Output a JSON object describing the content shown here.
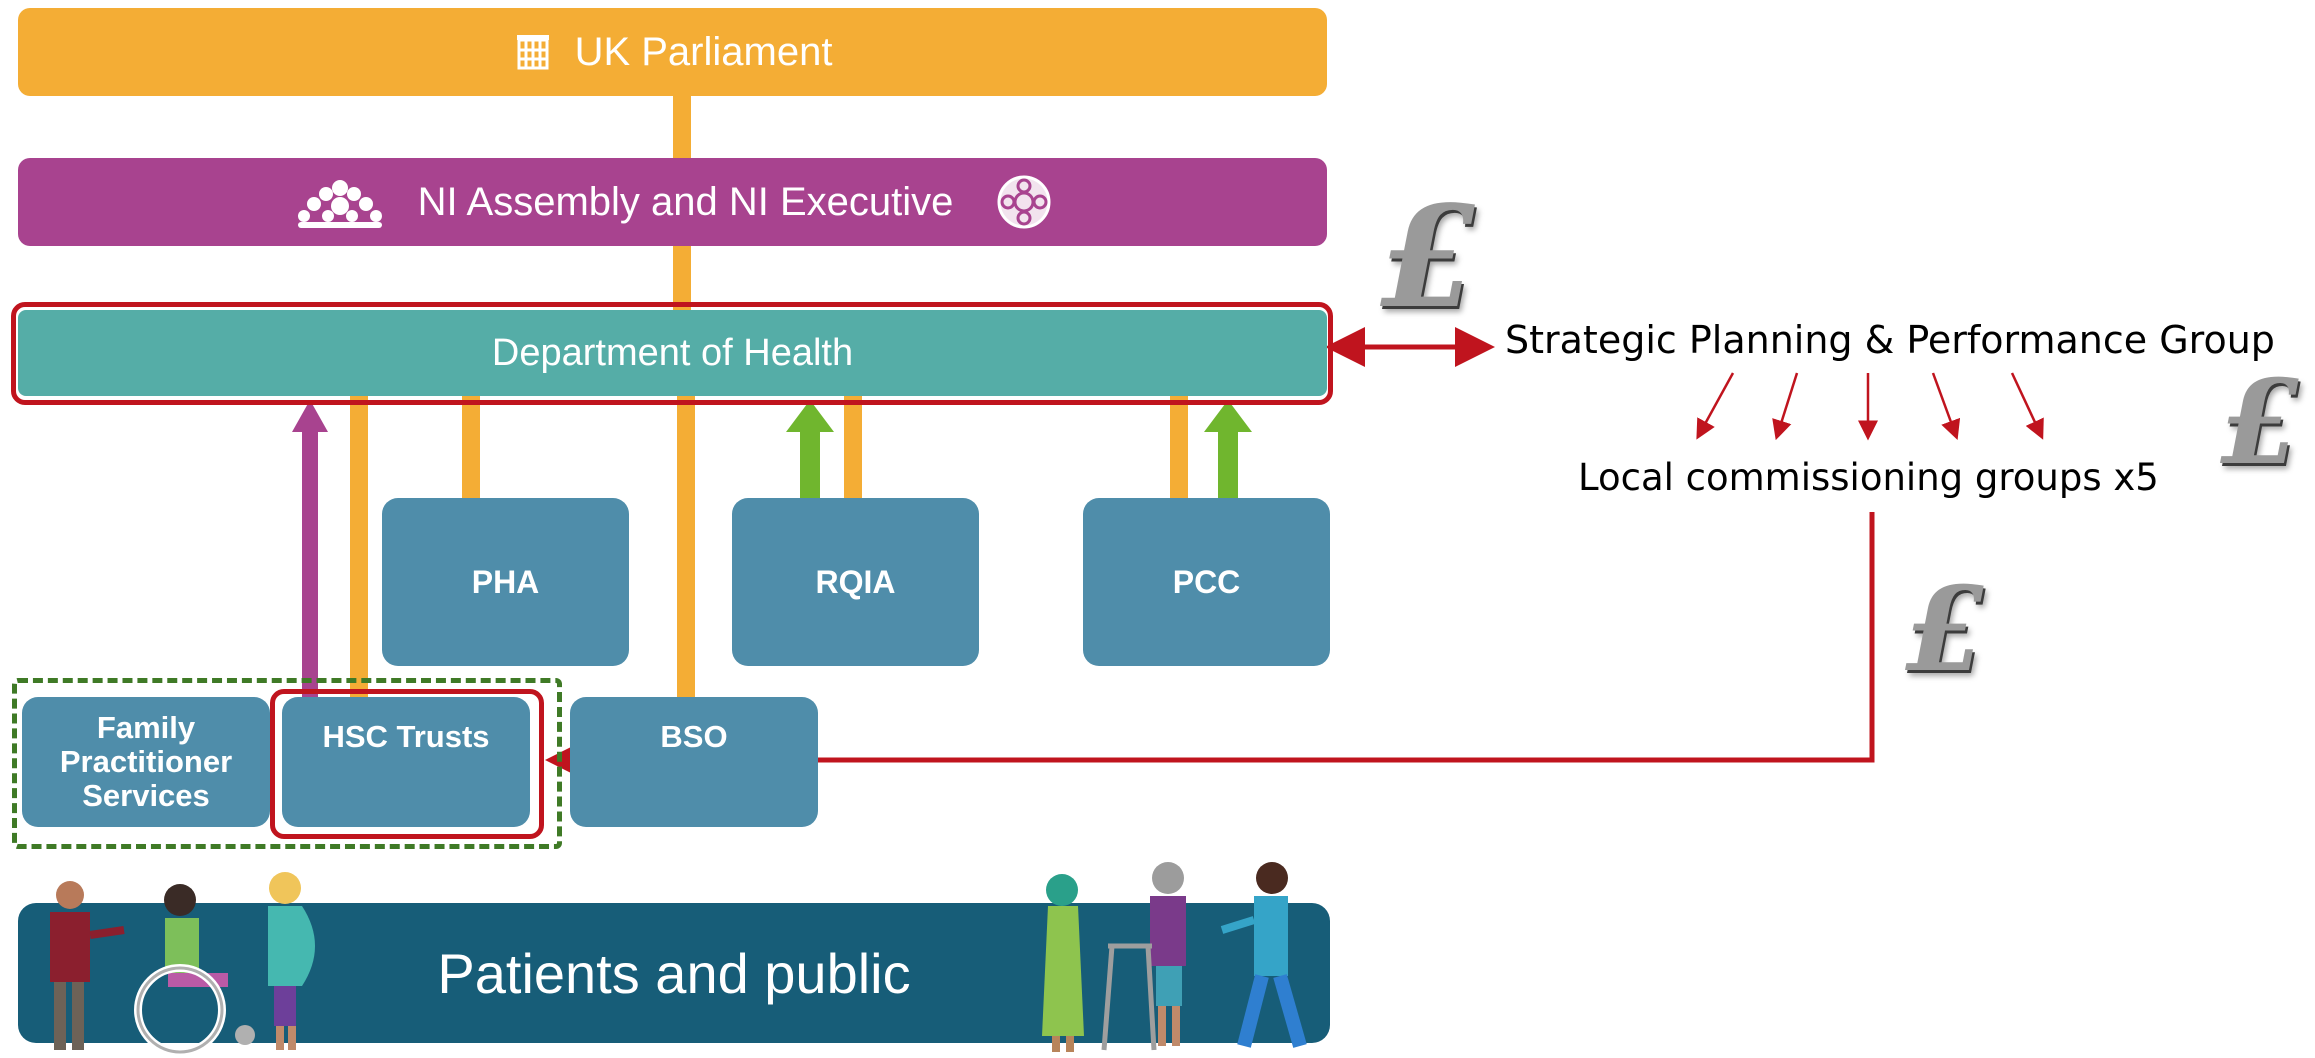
{
  "bars": {
    "parliament": "UK Parliament",
    "assembly": "NI Assembly and NI Executive",
    "doh": "Department of Health",
    "patients": "Patients and public"
  },
  "boxes": {
    "pha": "PHA",
    "rqia": "RQIA",
    "pcc": "PCC",
    "fps": "Family Practitioner Services",
    "hsc": "HSC Trusts",
    "bso": "BSO"
  },
  "annotations": {
    "strategic_group": "Strategic Planning & Performance Group",
    "local_groups": "Local commissioning groups x5",
    "currency_symbol": "£"
  },
  "colors": {
    "parliament": "#f4ad35",
    "assembly": "#a8438f",
    "doh": "#55ada7",
    "org_box": "#4f8daa",
    "patients": "#175d78",
    "highlight": "#c0141e",
    "accountability_arrow": "#70b62e",
    "dashed_group": "#3f7a26"
  },
  "icons": [
    "portcullis-icon",
    "assembly-flax-emblem-icon",
    "executive-emblem-icon",
    "pound-icon",
    "patients-illustration"
  ]
}
